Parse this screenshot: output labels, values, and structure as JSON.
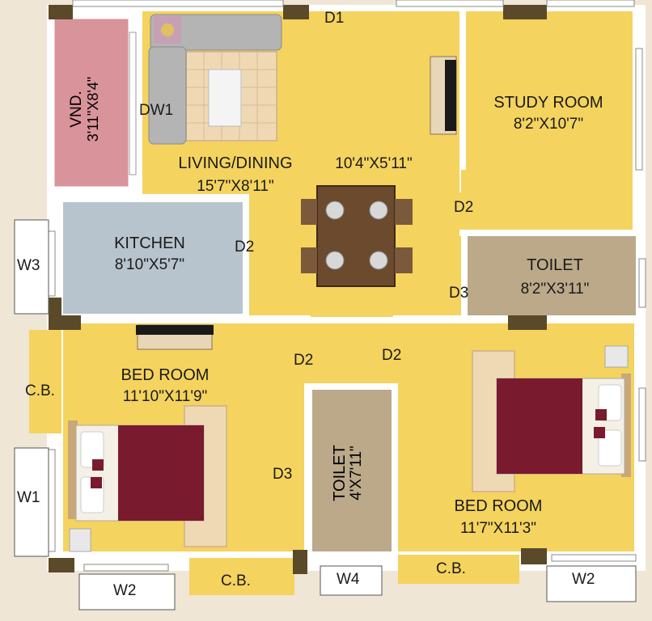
{
  "rooms": {
    "living_dining": {
      "name": "LIVING/DINING",
      "size": "15'7\"X8'11\""
    },
    "dining_area": {
      "size": "10'4\"X5'11\""
    },
    "study_room": {
      "name": "STUDY ROOM",
      "size": "8'2\"X10'7\""
    },
    "kitchen": {
      "name": "KITCHEN",
      "size": "8'10\"X5'7\""
    },
    "toilet_1": {
      "name": "TOILET",
      "size": "8'2\"X3'11\""
    },
    "bed_room_1": {
      "name": "BED ROOM",
      "size": "11'10\"X11'9\""
    },
    "toilet_2": {
      "name": "TOILET",
      "size": "4'X7'11\""
    },
    "bed_room_2": {
      "name": "BED ROOM",
      "size": "11'7\"X11'3\""
    },
    "vnd": {
      "name": "VND.",
      "size": "3'11\"X8'4\""
    }
  },
  "openings": {
    "d1": "D1",
    "dw1": "DW1",
    "d2_study": "D2",
    "d2_kitchen": "D2",
    "d3_toilet": "D3",
    "d2_bed1": "D2",
    "d2_bed2": "D2",
    "d3_toilet2": "D3",
    "w3": "W3",
    "w1": "W1",
    "w2_left": "W2",
    "w4": "W4",
    "w2_right": "W2"
  },
  "cupboards": {
    "cb_left": "C.B.",
    "cb_bottom_left": "C.B.",
    "cb_bottom_right": "C.B."
  },
  "colors": {
    "floor": "#f4d35e",
    "wall": "#ffffff",
    "vnd": "#d9939a",
    "kitchen": "#b8c4cd",
    "toilet": "#bba98a",
    "column": "#5a4a2a",
    "bedspread": "#7a1a2e",
    "rug": "#efd9b5",
    "dining_table": "#6b4a2e",
    "background": "#efe6d6"
  }
}
